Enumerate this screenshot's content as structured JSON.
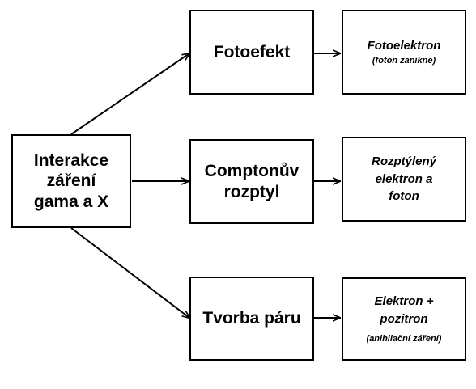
{
  "source": {
    "lines": [
      "Interakce",
      "záření",
      "gama a X"
    ]
  },
  "processes": [
    {
      "label": "Fotoefekt"
    },
    {
      "lines": [
        "Comptonův",
        "rozptyl"
      ]
    },
    {
      "label": "Tvorba páru"
    }
  ],
  "results": [
    {
      "title": "Fotoelektron",
      "note": "(foton zanikne)"
    },
    {
      "lines": [
        "Rozptýlený",
        "elektron a",
        "foton"
      ]
    },
    {
      "title_lines": [
        "Elektron +",
        "pozitron"
      ],
      "note": "(anihilační záření)"
    }
  ],
  "colors": {
    "stroke": "#000000",
    "background": "#ffffff"
  }
}
